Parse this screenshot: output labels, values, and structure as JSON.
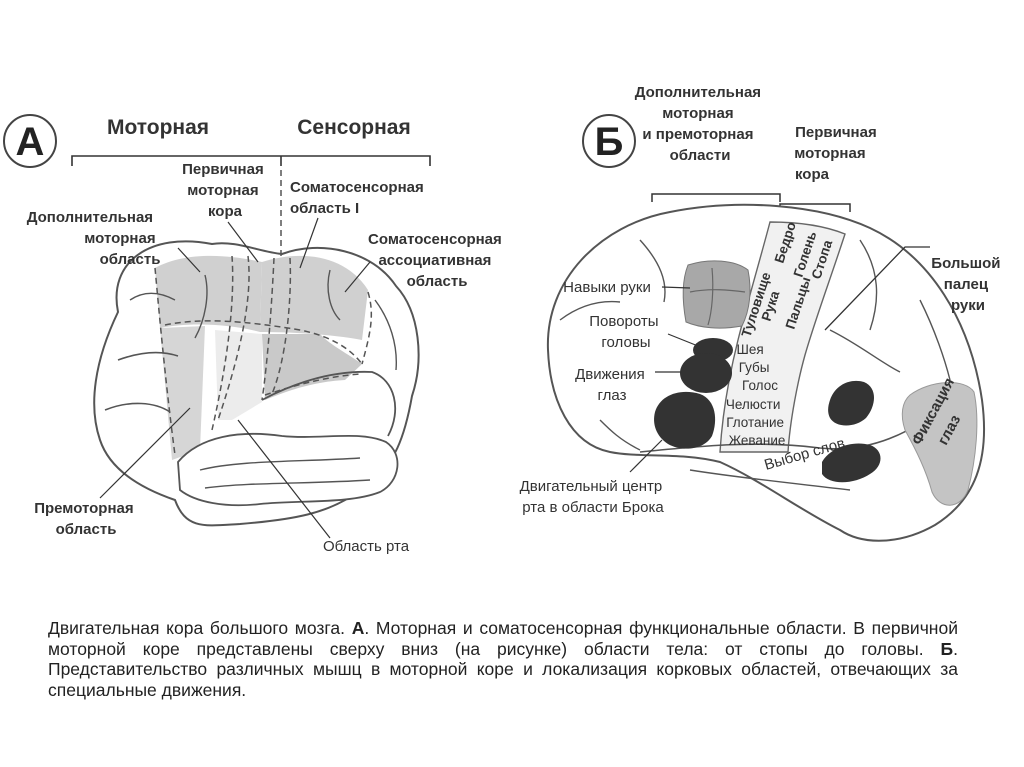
{
  "panel_a": {
    "letter": "А",
    "header_motor": "Моторная",
    "header_sensory": "Сенсорная",
    "labels": {
      "primary_motor": [
        "Первичная",
        "моторная",
        "кора"
      ],
      "somatosensory_1": [
        "Соматосенсорная",
        "область I"
      ],
      "supplementary_motor": [
        "Дополнительная",
        "моторная",
        "область"
      ],
      "somatosensory_assoc": [
        "Соматосенсорная",
        "ассоциативная",
        "область"
      ],
      "premotor": [
        "Премоторная",
        "область"
      ],
      "mouth_area": "Область рта"
    }
  },
  "panel_b": {
    "letter": "Б",
    "labels": {
      "supp_premotor": [
        "Дополнительная",
        "моторная",
        "и премоторная",
        "области"
      ],
      "primary_motor": [
        "Первичная",
        "моторная",
        "кора"
      ],
      "big_thumb": [
        "Большой",
        "палец",
        "руки"
      ],
      "hand_skills": "Навыки руки",
      "head_turns": [
        "Повороты",
        "головы"
      ],
      "eye_movements": [
        "Движения",
        "глаз"
      ],
      "broca": [
        "Двигательный центр",
        "рта в области Брока"
      ],
      "word_choice": "Выбор слов",
      "eye_fixation": [
        "Фиксация",
        "глаз"
      ]
    },
    "homunculus": {
      "col1": "Туловище",
      "col2": "Рука",
      "col3": "Пальцы",
      "col4": [
        "Бедро",
        "Голень",
        "Стопа"
      ],
      "face": [
        "Шея",
        "Губы",
        "Голос"
      ],
      "mouth": [
        "Челюсти",
        "Глотание",
        "Жевание"
      ]
    }
  },
  "caption": {
    "p1": "Двигательная кора большого мозга.",
    "a": "А",
    "p2": ". Моторная и соматосенсорная функциональные области. В первичной моторной коре представлены сверху вниз (на рисунке) области тела: от стопы до головы.",
    "b": "Б",
    "p3": ". Представительство различных мышц в моторной коре и локализация корковых областей, отвечающих за специальные движения."
  }
}
